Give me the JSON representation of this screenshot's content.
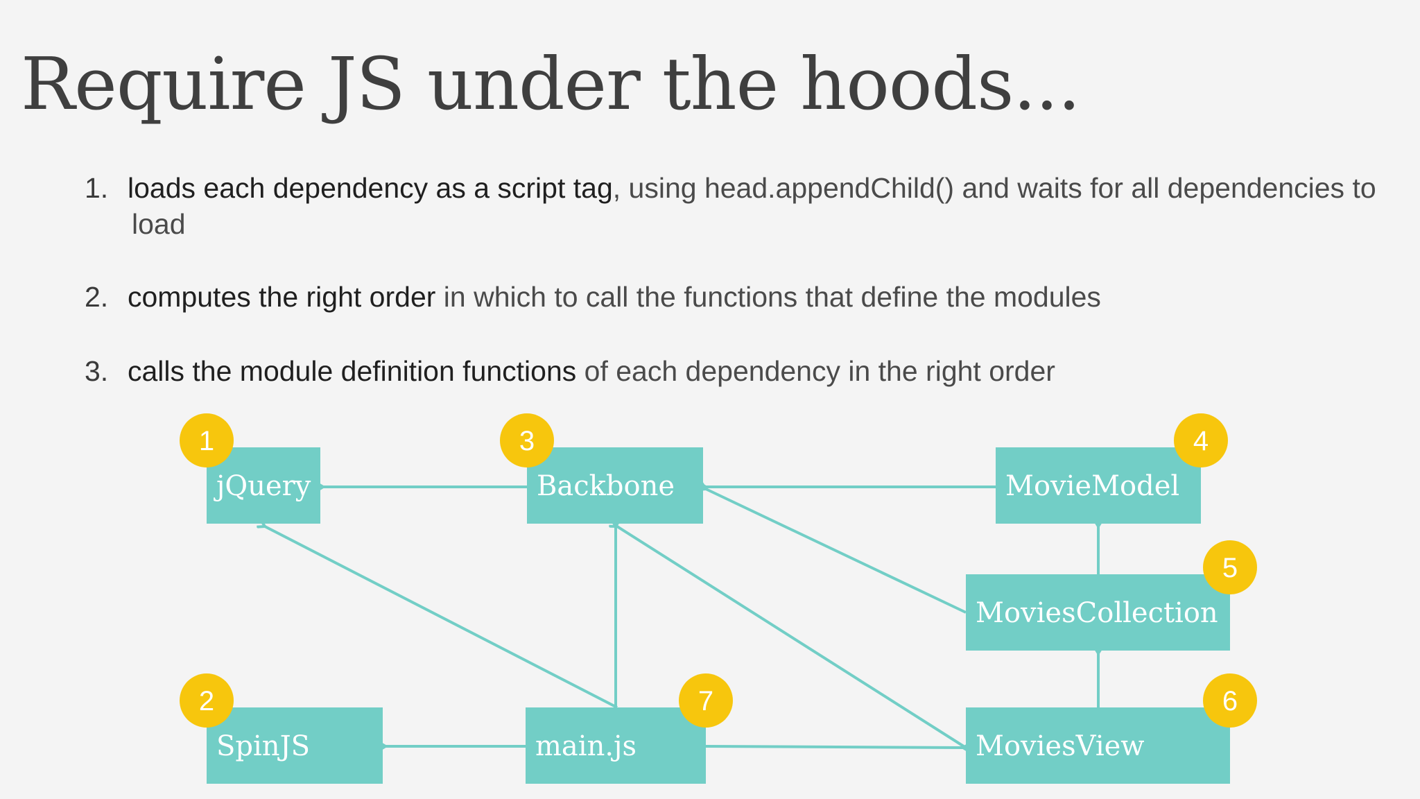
{
  "slide": {
    "title": "Require JS under the hoods...",
    "items": [
      {
        "number": "1.",
        "bold": "loads each dependency as a script tag",
        "rest": ", using head.appendChild() and waits for all dependencies to",
        "continuation": "load"
      },
      {
        "number": "2.",
        "bold": "computes the right order",
        "rest": " in which to call the functions that define the modules"
      },
      {
        "number": "3.",
        "bold": "calls the module definition functions",
        "rest": " of each dependency in the right order"
      }
    ]
  },
  "diagram": {
    "colors": {
      "node": "#72cec6",
      "edge": "#72cec6",
      "badge": "#f7c60d"
    },
    "nodes": [
      {
        "id": "jquery",
        "label": "jQuery",
        "order": "1"
      },
      {
        "id": "backbone",
        "label": "Backbone",
        "order": "3"
      },
      {
        "id": "moviemodel",
        "label": "MovieModel",
        "order": "4"
      },
      {
        "id": "moviescollection",
        "label": "MoviesCollection",
        "order": "5"
      },
      {
        "id": "spinjs",
        "label": "SpinJS",
        "order": "2"
      },
      {
        "id": "mainjs",
        "label": "main.js",
        "order": "7"
      },
      {
        "id": "moviesview",
        "label": "MoviesView",
        "order": "6"
      }
    ],
    "edges": [
      {
        "from": "backbone",
        "to": "jquery"
      },
      {
        "from": "moviemodel",
        "to": "backbone"
      },
      {
        "from": "moviescollection",
        "to": "backbone"
      },
      {
        "from": "moviescollection",
        "to": "moviemodel"
      },
      {
        "from": "moviesview",
        "to": "moviescollection"
      },
      {
        "from": "moviesview",
        "to": "backbone"
      },
      {
        "from": "mainjs",
        "to": "jquery"
      },
      {
        "from": "mainjs",
        "to": "backbone"
      },
      {
        "from": "mainjs",
        "to": "spinjs"
      },
      {
        "from": "mainjs",
        "to": "moviesview"
      }
    ]
  }
}
